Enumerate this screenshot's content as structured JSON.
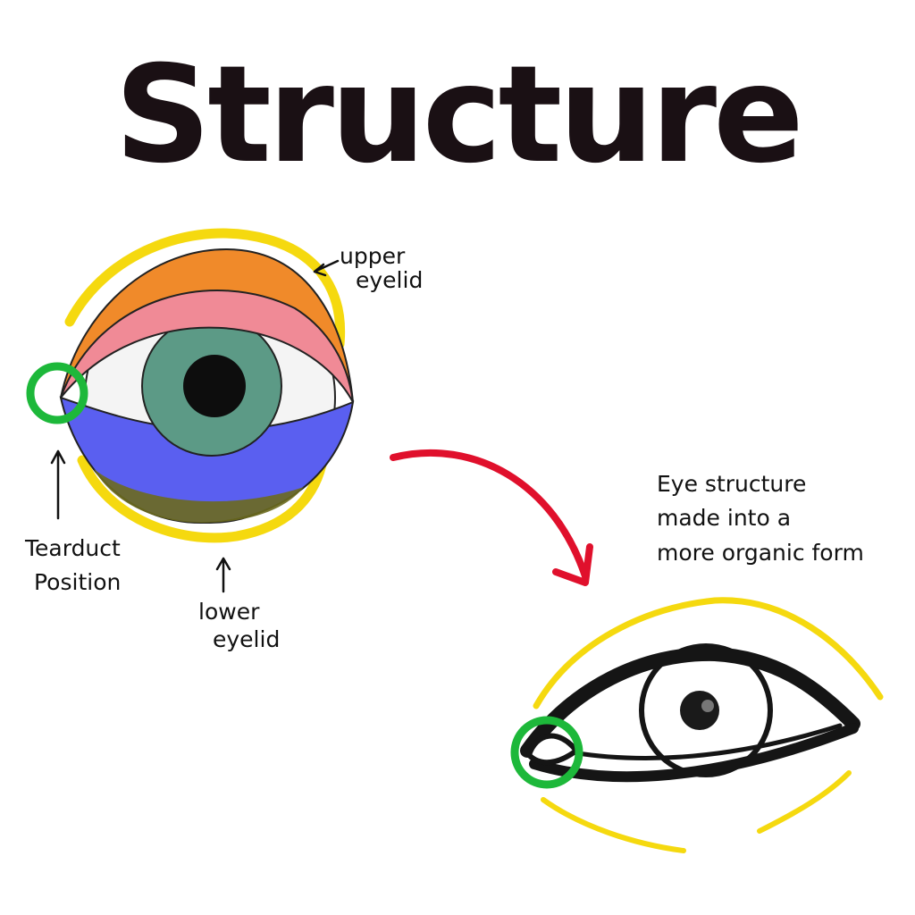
{
  "title": "Structure",
  "labels": {
    "upper_eyelid_line1": "upper",
    "upper_eyelid_line2": "eyelid",
    "tearduct_line1": "Tearduct",
    "tearduct_line2": "Position",
    "lower_eyelid_line1": "lower",
    "lower_eyelid_line2": "eyelid"
  },
  "note": {
    "line1": "Eye structure",
    "line2": "made into a",
    "line3": "more organic form"
  },
  "colors": {
    "outline_yellow": "#f5d90f",
    "upper_lid_orange": "#f08a2a",
    "upper_lid_pink": "#f08a96",
    "lower_lid_blue": "#5a5ff0",
    "lower_lid_olive": "#6b6a1e",
    "iris_green": "#5c9a86",
    "pupil": "#0d0d0d",
    "tearduct_green": "#1db83a",
    "arrow_red": "#e0102c",
    "ink": "#111111"
  }
}
